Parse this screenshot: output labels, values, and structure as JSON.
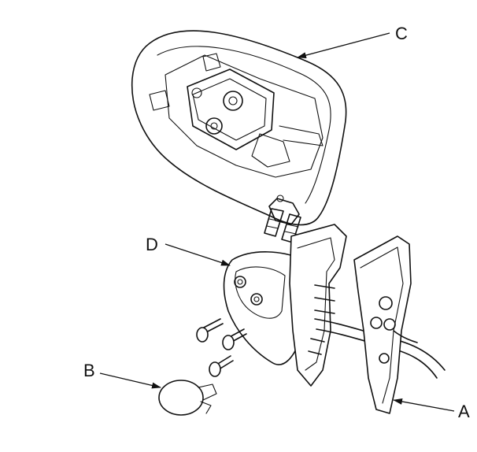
{
  "callouts": {
    "a": "A",
    "b": "B",
    "c": "C",
    "d": "D"
  },
  "colors": {
    "line": "#111111",
    "background": "#ffffff"
  }
}
